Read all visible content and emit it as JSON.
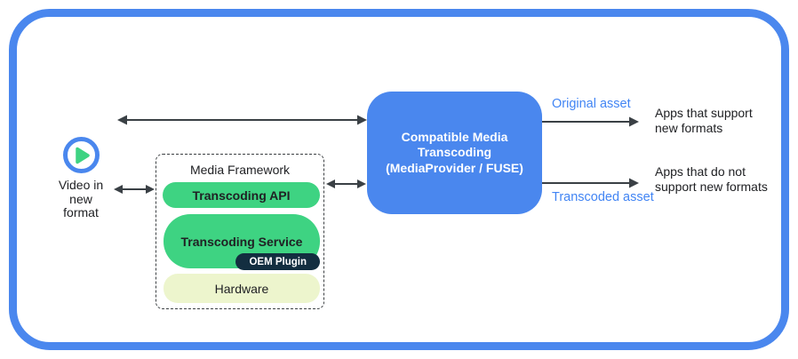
{
  "colors": {
    "frame_blue": "#4a87ee",
    "box_blue": "#4a87ee",
    "label_blue": "#4285f4",
    "pill_green": "#3ed382",
    "pill_pale_green": "#edf5cd",
    "pill_navy": "#132e40",
    "arrow_gray": "#3a4045"
  },
  "source": {
    "icon": "play-icon",
    "label": "Video in\nnew\nformat"
  },
  "media_framework": {
    "title": "Media Framework",
    "layers": [
      {
        "label": "Transcoding API"
      },
      {
        "label": "Transcoding Service",
        "plugin": "OEM Plugin"
      },
      {
        "label": "Hardware"
      }
    ]
  },
  "transcoder": {
    "label": "Compatible Media\nTranscoding\n(MediaProvider / FUSE)"
  },
  "outputs": [
    {
      "asset_label": "Original asset",
      "target": "Apps that support\nnew formats"
    },
    {
      "asset_label": "Transcoded asset",
      "target": "Apps that do not\nsupport new formats"
    }
  ]
}
